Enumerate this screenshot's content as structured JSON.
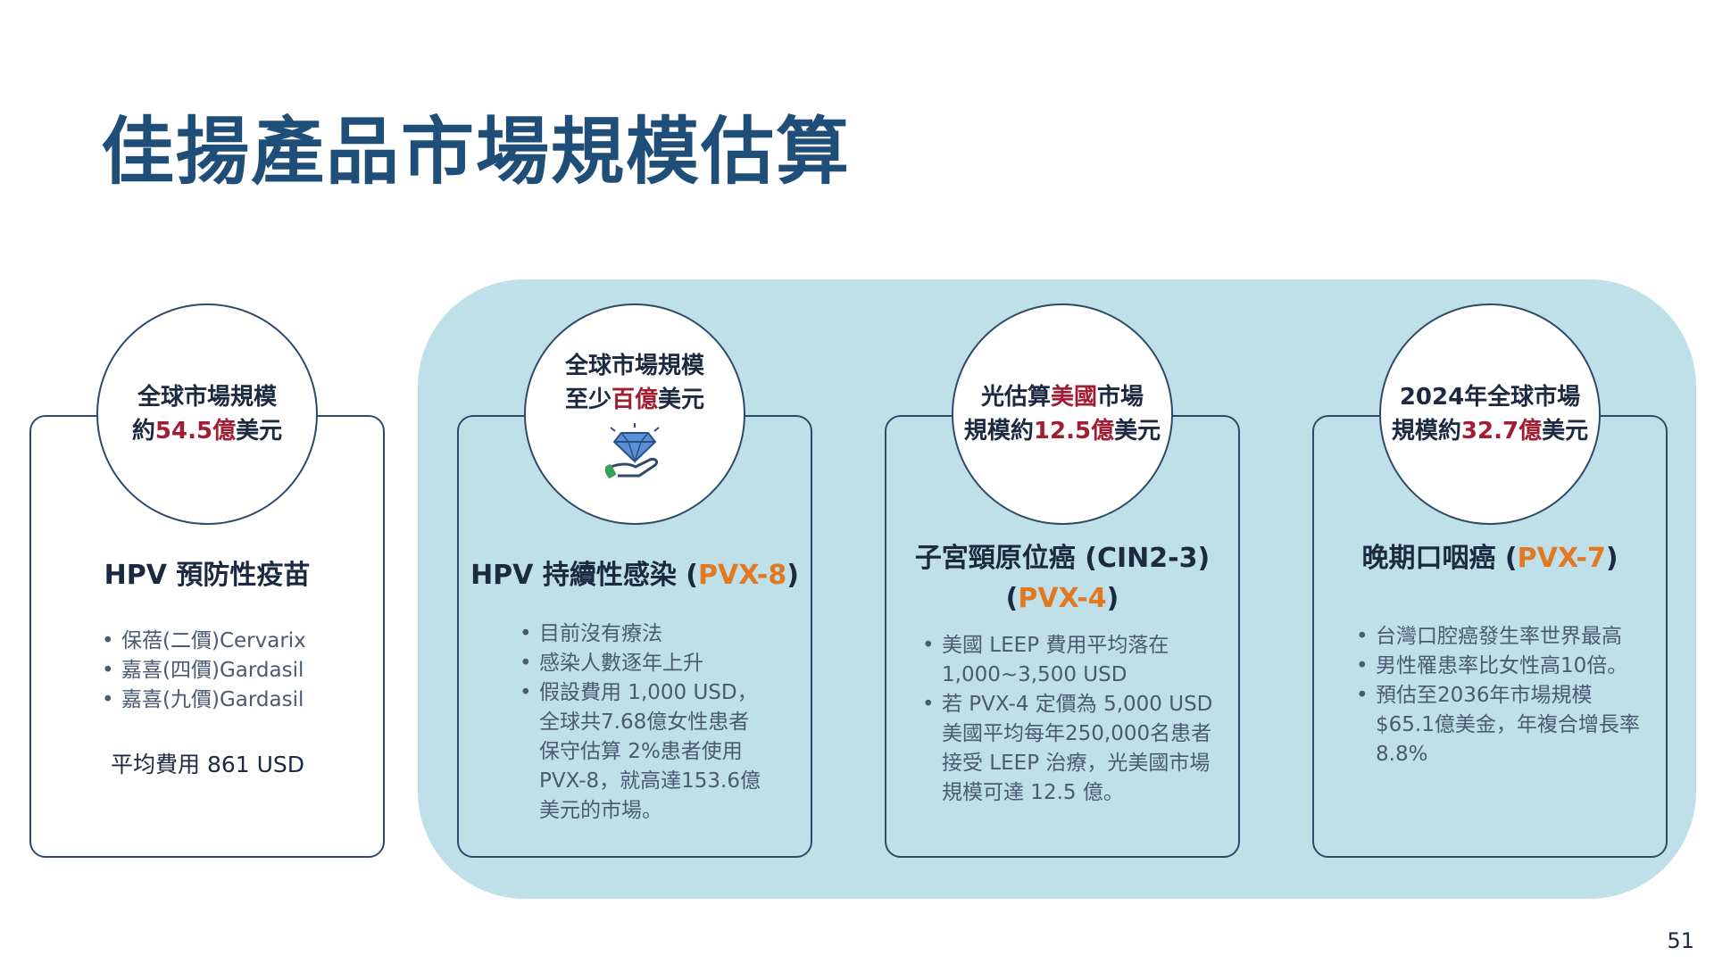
{
  "slide": {
    "title": "佳揚產品市場規模估算",
    "page_number": "51"
  },
  "colors": {
    "title": "#1f4e79",
    "panel": "#bfe0e9",
    "highlight_red": "#a11d33",
    "highlight_orange": "#e2781f",
    "border": "#2f4a68"
  },
  "cards": [
    {
      "circle": {
        "l1": "全球市場規模",
        "l2_pre": "約",
        "l2_hl": "54.5億",
        "l2_post": "美元"
      },
      "heading": "HPV 預防性疫苗",
      "bullets": [
        "保蓓(二價)Cervarix",
        "嘉喜(四價)Gardasil",
        "嘉喜(九價)Gardasil"
      ],
      "note": "平均費用 861 USD"
    },
    {
      "circle": {
        "l1": "全球市場規模",
        "l2_pre": "至少",
        "l2_hl": "百億",
        "l2_post": "美元",
        "icon": "diamond-hand-icon"
      },
      "heading_pre": "HPV 持續性感染 (",
      "heading_hl": "PVX-8",
      "heading_post": ")",
      "bullets": [
        {
          "lines": [
            "目前沒有療法"
          ]
        },
        {
          "lines": [
            "感染人數逐年上升"
          ]
        },
        {
          "lines": [
            "假設費用 1,000 USD，",
            "全球共7.68億女性患者",
            "保守估算 2%患者使用",
            "PVX-8，就高達153.6億",
            "美元的市場。"
          ]
        }
      ]
    },
    {
      "circle": {
        "l1_pre": "光估算",
        "l1_hl": "美國",
        "l1_post": "市場",
        "l2_pre": "規模約",
        "l2_hl": "12.5億",
        "l2_post": "美元"
      },
      "heading_line1": "子宮頸原位癌 (CIN2-3)",
      "heading_line2_pre": "(",
      "heading_line2_hl": "PVX-4",
      "heading_line2_post": ")",
      "bullets": [
        {
          "lines": [
            "美國 LEEP 費用平均落在",
            "1,000~3,500  USD"
          ]
        },
        {
          "lines": [
            "若 PVX-4 定價為 5,000 USD",
            "美國平均每年250,000名患者",
            "接受 LEEP 治療，光美國市場",
            "規模可達 12.5 億。"
          ]
        }
      ]
    },
    {
      "circle": {
        "l1": "2024年全球市場",
        "l2_pre": "規模約",
        "l2_hl": "32.7億",
        "l2_post": "美元"
      },
      "heading_pre": "晚期口咽癌 (",
      "heading_hl": "PVX-7",
      "heading_post": ")",
      "bullets": [
        {
          "lines": [
            "台灣口腔癌發生率世界最高"
          ]
        },
        {
          "lines": [
            "男性罹患率比女性高10倍。"
          ]
        },
        {
          "lines": [
            "預估至2036年市場規模",
            "$65.1億美金，年複合增長率",
            "8.8%"
          ]
        }
      ]
    }
  ]
}
